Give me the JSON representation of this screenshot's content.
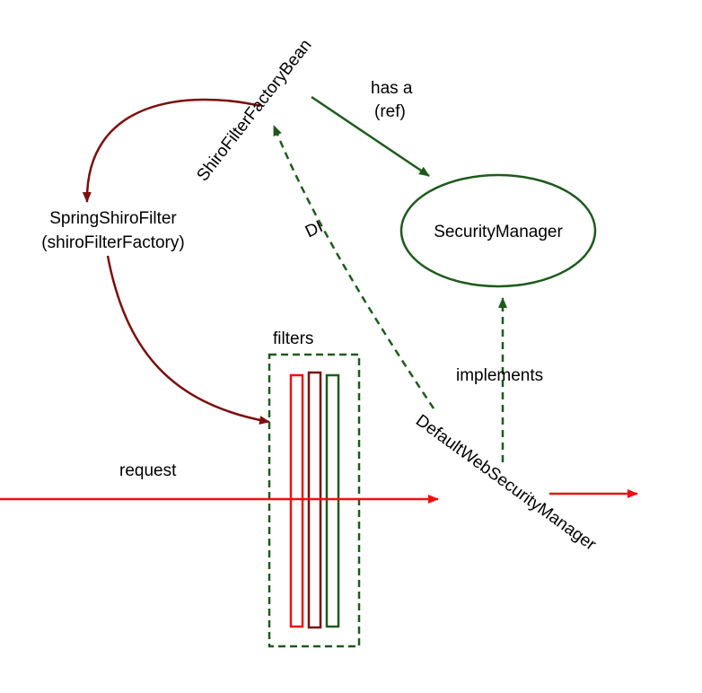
{
  "nodes": {
    "factory_bean": "ShiroFilterFactoryBean",
    "spring_filter_line1": "SpringShiroFilter",
    "spring_filter_line2": "(shiroFilterFactory)",
    "security_manager": "SecurityManager",
    "default_web_sm": "DefaultWebSecurityManager",
    "filters": "filters"
  },
  "edges": {
    "has_a_line1": "has a",
    "has_a_line2": "(ref)",
    "di": "DI",
    "implements": "implements",
    "request": "request"
  },
  "colors": {
    "red": "#ee1111",
    "dark_red": "#7a0f0f",
    "green": "#1e5a1e"
  }
}
